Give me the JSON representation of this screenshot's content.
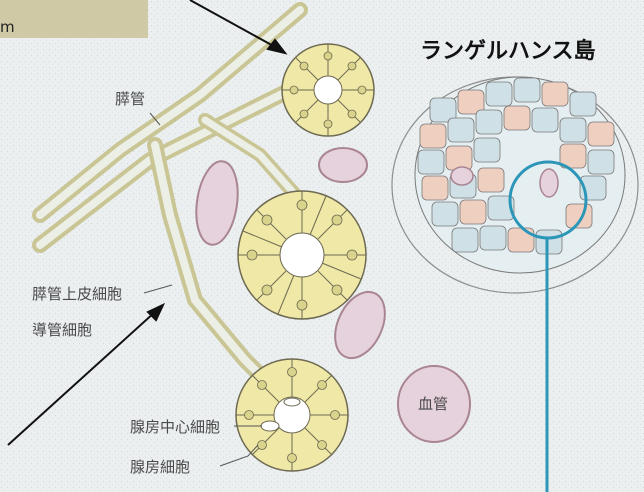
{
  "inset": {
    "label": "m"
  },
  "title": "ランゲルハンス島",
  "labels": {
    "duct": "膵管",
    "duct_epithelial": "膵管上皮細胞",
    "ductal_cell": "導管細胞",
    "vessel": "血管",
    "centroacinar": "腺房中心細胞",
    "acinar": "腺房細胞"
  },
  "colors": {
    "background": "#ebeff0",
    "acinar_fill": "#efe8a7",
    "islet_blue": "#cfe0e6",
    "islet_pink": "#efcfc0",
    "vessel_fill": "#e6d2dc",
    "highlight_ring": "#2b96b8"
  }
}
